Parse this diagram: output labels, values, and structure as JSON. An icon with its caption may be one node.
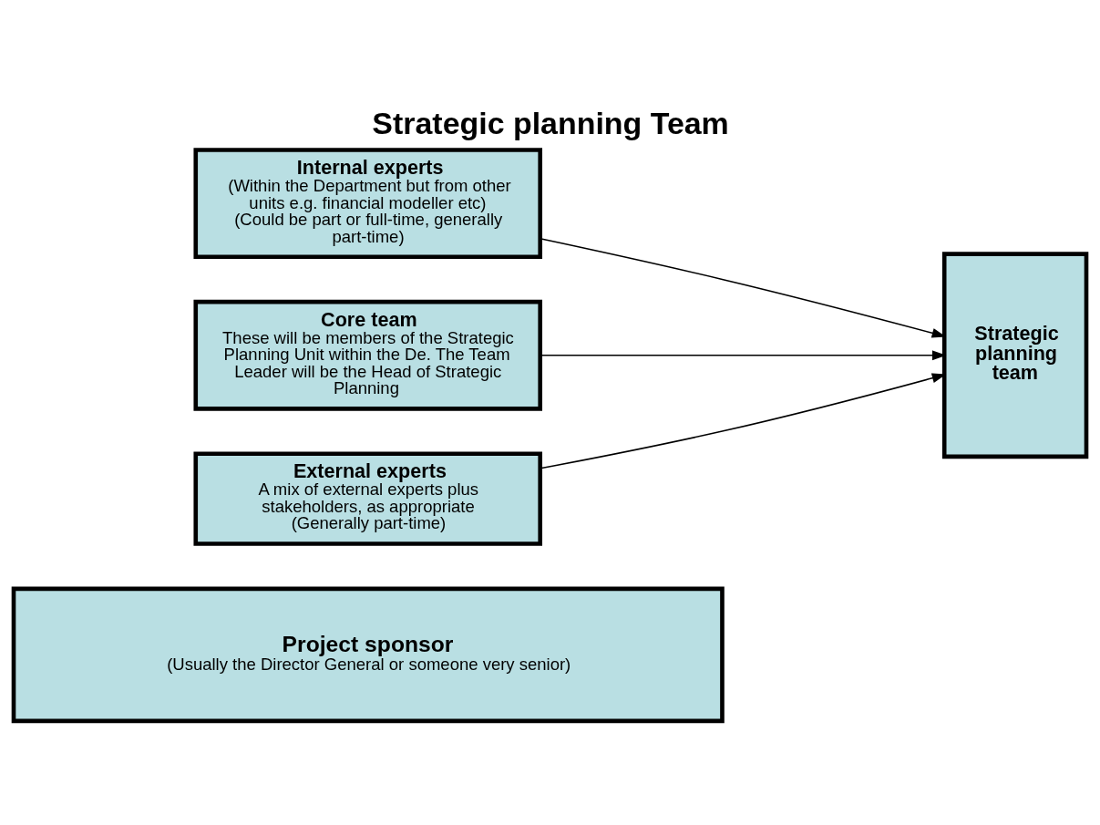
{
  "diagram": {
    "title": "Strategic planning Team",
    "nodes": [
      {
        "text": [
          "Internal experts",
          "(Within the Department but from other units e.g. financial modeller etc)",
          "(Could be part or full-time, generally part-time)"
        ]
      },
      {
        "text": [
          "Core team",
          "These will be members of the Strategic Planning Unit within the De. The Team Leader will be the Head of Strategic Planning"
        ]
      },
      {
        "text": [
          "External experts",
          "A mix of external experts plus stakeholders, as appropriate",
          "(Generally part-time)"
        ]
      },
      {
        "text": [
          "Strategic planning team"
        ]
      },
      {
        "text": [
          "Project sponsor",
          "(Usually the Director General or someone very senior)"
        ]
      }
    ],
    "edges": [
      {
        "from": 0,
        "to": 3,
        "arrow": "to"
      },
      {
        "from": 1,
        "to": 3,
        "arrow": "to"
      },
      {
        "from": 2,
        "to": 3,
        "arrow": "to"
      }
    ]
  }
}
